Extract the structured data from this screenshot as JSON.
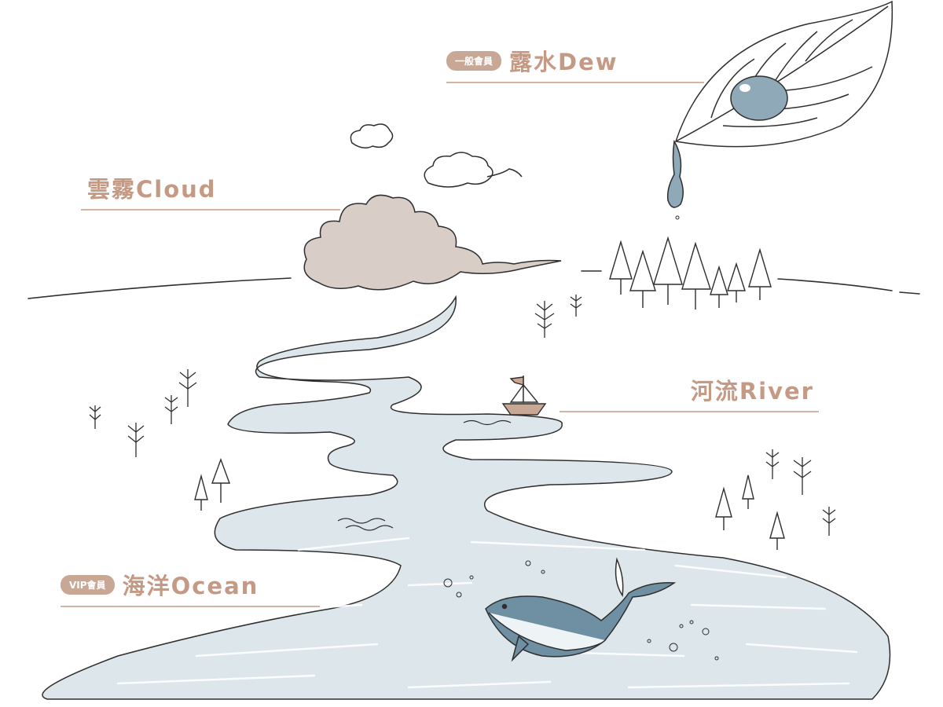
{
  "colors": {
    "accent": "#c59a85",
    "water": "#dde6eb",
    "line": "#2e2e2e",
    "cloud": "#d9cdc8",
    "whale": "#6f8fa3",
    "dew": "#8fa9b8"
  },
  "icons": [
    "leaf-icon",
    "dew-drop-icon",
    "cloud-icon",
    "tree-icon",
    "sailboat-icon",
    "whale-icon"
  ],
  "tiers": {
    "dew": {
      "badge": "一般會員",
      "name": "露水Dew"
    },
    "cloud": {
      "name": "雲霧Cloud"
    },
    "river": {
      "name": "河流River"
    },
    "ocean": {
      "badge": "VIP會員",
      "name": "海洋Ocean"
    }
  }
}
